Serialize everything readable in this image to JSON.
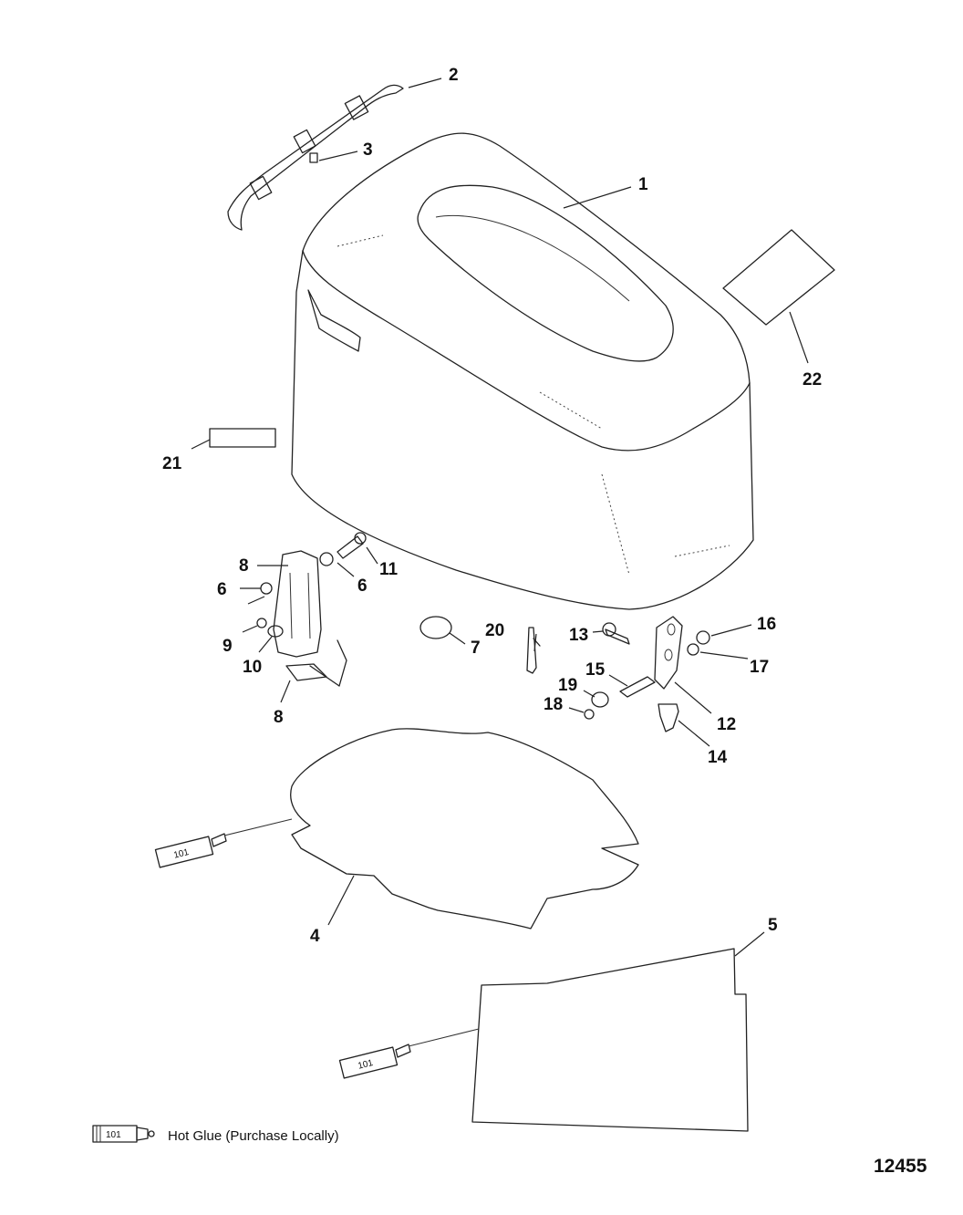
{
  "callouts": {
    "c1": "1",
    "c2": "2",
    "c3": "3",
    "c4": "4",
    "c5": "5",
    "c6a": "6",
    "c6b": "6",
    "c7": "7",
    "c8a": "8",
    "c8b": "8",
    "c9": "9",
    "c10": "10",
    "c11": "11",
    "c12": "12",
    "c13": "13",
    "c14": "14",
    "c15": "15",
    "c16": "16",
    "c17": "17",
    "c18": "18",
    "c19": "19",
    "c20": "20",
    "c21": "21",
    "c22": "22"
  },
  "tube_label": "101",
  "legend": {
    "text": "Hot Glue (Purchase Locally)"
  },
  "figure_number": "12455"
}
